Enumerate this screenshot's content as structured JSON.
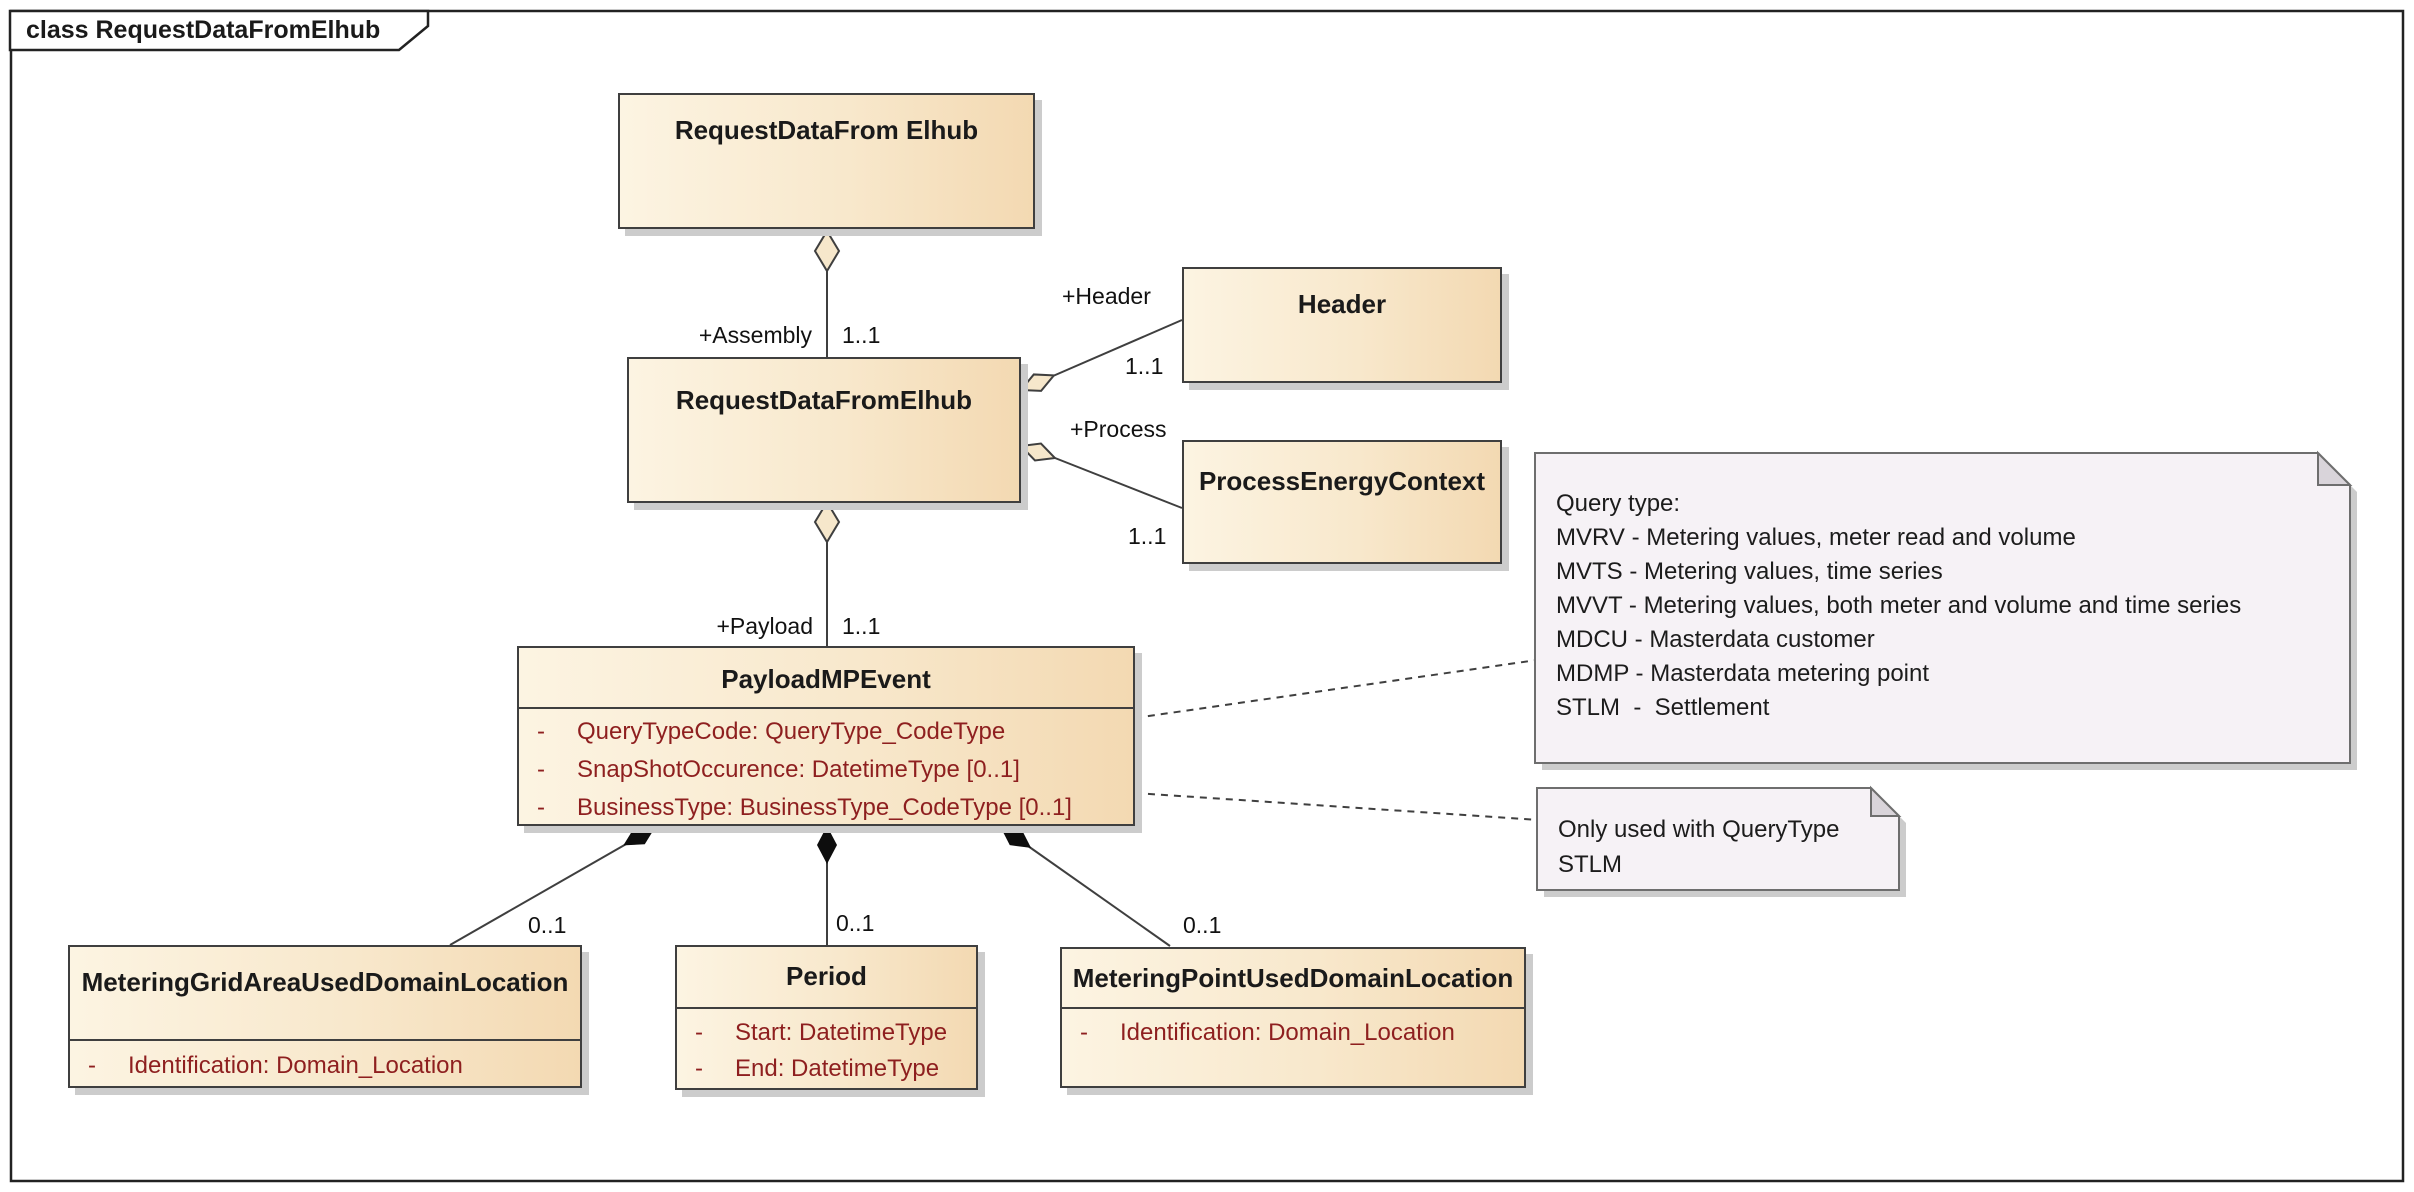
{
  "frame": {
    "title": "class RequestDataFromElhub"
  },
  "classes": {
    "request_data_from_elhub_top": {
      "name": "RequestDataFrom Elhub"
    },
    "request_data_from_elhub": {
      "name": "RequestDataFromElhub"
    },
    "header": {
      "name": "Header"
    },
    "process_energy_context": {
      "name": "ProcessEnergyContext"
    },
    "payload_mp_event": {
      "name": "PayloadMPEvent",
      "attributes": [
        {
          "marker": "-",
          "text": "QueryTypeCode: QueryType_CodeType"
        },
        {
          "marker": "-",
          "text": "SnapShotOccurence: DatetimeType [0..1]"
        },
        {
          "marker": "-",
          "text": "BusinessType: BusinessType_CodeType [0..1]"
        }
      ]
    },
    "metering_grid_area": {
      "name": "MeteringGridAreaUsedDomainLocation",
      "attributes": [
        {
          "marker": "-",
          "text": "Identification: Domain_Location"
        }
      ]
    },
    "period": {
      "name": "Period",
      "attributes": [
        {
          "marker": "-",
          "text": "Start: DatetimeType"
        },
        {
          "marker": "-",
          "text": "End: DatetimeType"
        }
      ]
    },
    "metering_point": {
      "name": "MeteringPointUsedDomainLocation",
      "attributes": [
        {
          "marker": "-",
          "text": "Identification: Domain_Location"
        }
      ]
    }
  },
  "relations": {
    "assembly": {
      "role": "+Assembly",
      "multiplicity": "1..1"
    },
    "header": {
      "role": "+Header",
      "multiplicity": "1..1"
    },
    "process": {
      "role": "+Process",
      "multiplicity": "1..1"
    },
    "payload": {
      "role": "+Payload",
      "multiplicity": "1..1"
    },
    "grid_area": {
      "multiplicity": "0..1"
    },
    "period": {
      "multiplicity": "0..1"
    },
    "metering_point": {
      "multiplicity": "0..1"
    }
  },
  "notes": {
    "query_type": {
      "lines": [
        "Query type:",
        "MVRV - Metering values, meter read and volume",
        "MVTS - Metering values, time series",
        "MVVT - Metering values, both meter and volume and time series",
        "MDCU - Masterdata customer",
        "MDMP - Masterdata metering point",
        "STLM  -  Settlement"
      ]
    },
    "stlm_usage": {
      "lines": [
        "Only used with QueryType",
        "STLM"
      ]
    }
  },
  "colors": {
    "class_fill_left": "#FCF4E2",
    "class_fill_right": "#F3D9B2",
    "class_border": "#3F3F3F",
    "attribute_text": "#8E1F1F",
    "note_fill": "#F6F2F6",
    "connector": "#3F3F3F",
    "shadow": "#CCCCCC"
  }
}
